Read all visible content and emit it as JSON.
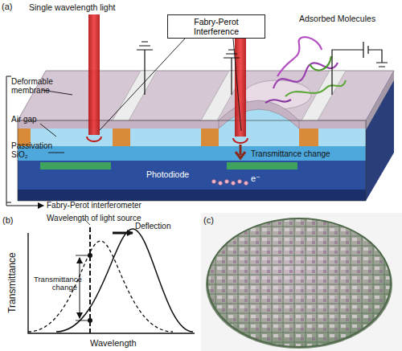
{
  "diagram": {
    "nodes": [
      {
        "text": [
          "Fabry-Perot Interference"
        ]
      }
    ],
    "labels": [
      "(a)",
      "Single wavelength light",
      "Adsorbed Molecules",
      "Deformable membrane",
      "Air gap",
      "Passivation SiO₂",
      "Photodiode",
      "Transmittance change",
      "e⁻",
      "Fabry-Perot interferometer",
      "(b)",
      "Wavelength of light source",
      "Deflection",
      "Transmittance change",
      "Transmittance",
      "Wavelength",
      "(c)"
    ]
  }
}
